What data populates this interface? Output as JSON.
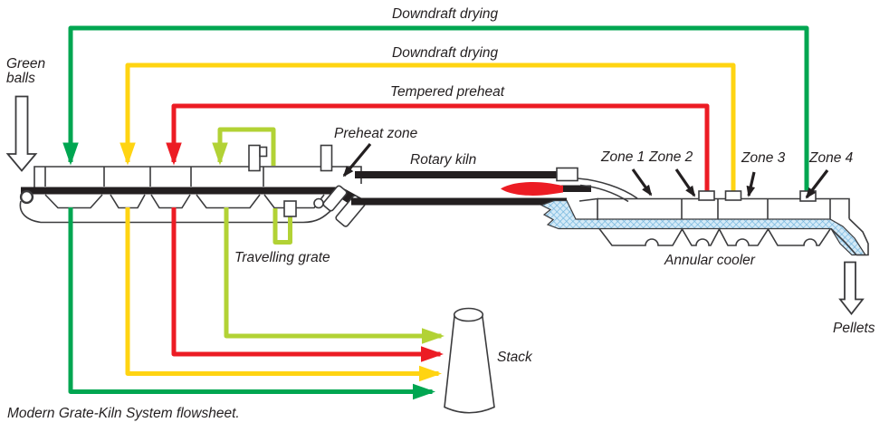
{
  "caption": "Modern Grate-Kiln System flowsheet.",
  "labels": {
    "downdraft_drying_green": "Downdraft drying",
    "downdraft_drying_yellow": "Downdraft drying",
    "tempered_preheat": "Tempered preheat",
    "green_balls": "Green balls",
    "preheat_zone": "Preheat zone",
    "rotary_kiln": "Rotary kiln",
    "travelling_grate": "Travelling grate",
    "zone_1": "Zone 1",
    "zone_2": "Zone 2",
    "zone_3": "Zone 3",
    "zone_4": "Zone 4",
    "annular_cooler": "Annular cooler",
    "stack": "Stack",
    "pellets": "Pellets"
  },
  "colors": {
    "flow_green": "#00A651",
    "flow_yellow": "#FFD412",
    "flow_red": "#EC1C24",
    "flow_lime": "#B2D235",
    "bed_blue": "#D4EAF7",
    "bed_blue_line": "#6FB3DC",
    "outline": "#3B3B3D",
    "ink": "#231F20"
  }
}
